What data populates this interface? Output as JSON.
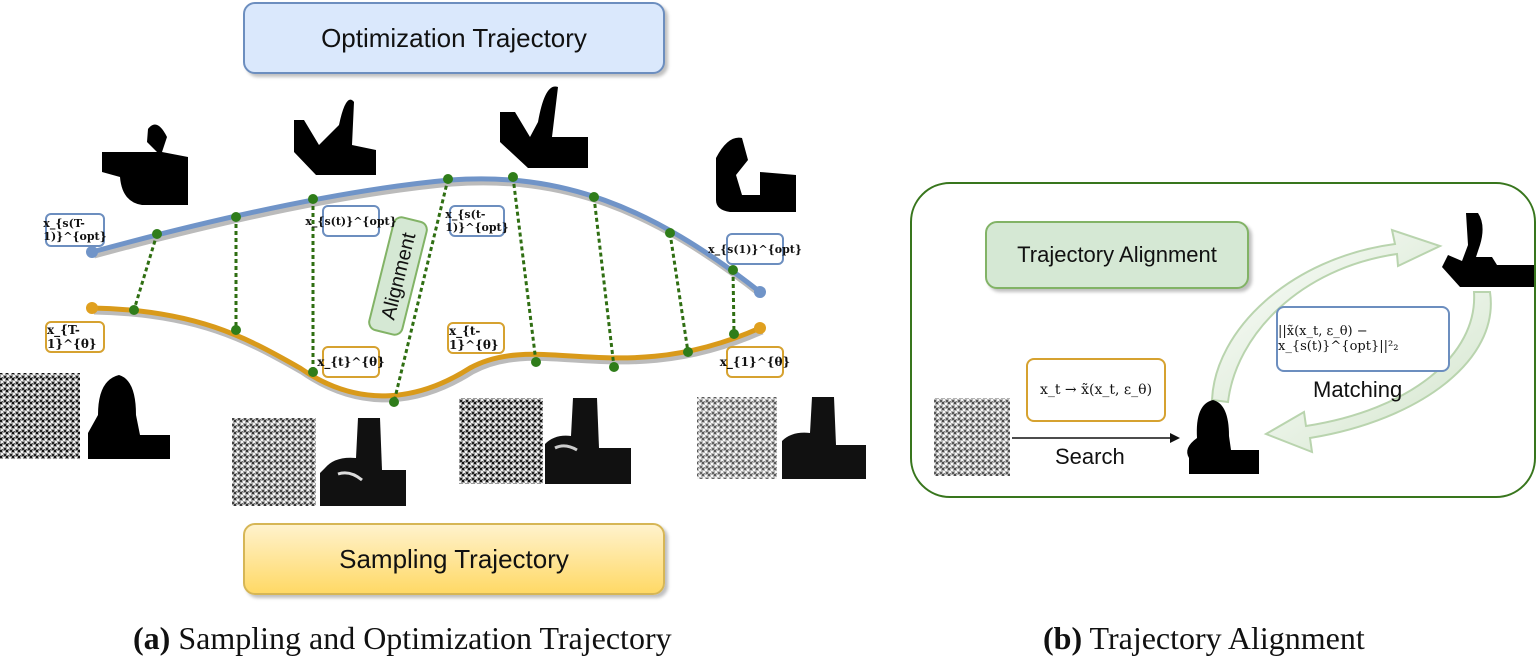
{
  "panel_a": {
    "top_title": "Optimization Trajectory",
    "bottom_title": "Sampling Trajectory",
    "alignment_label": "Alignment",
    "opt_labels": [
      "x_{s(T-1)}^{opt}",
      "x_{s(t)}^{opt}",
      "x_{s(t-1)}^{opt}",
      "x_{s(1)}^{opt}"
    ],
    "samp_labels": [
      "x_{T-1}^{θ}",
      "x_{t}^{θ}",
      "x_{t-1}^{θ}",
      "x_{1}^{θ}"
    ],
    "caption_tag": "(a)",
    "caption_text": " Sampling and Optimization Trajectory"
  },
  "panel_b": {
    "title": "Trajectory Alignment",
    "search_formula": "x_t → x̃(x_t, ε_θ)",
    "match_formula": "||x̃(x_t, ε_θ) − x_{s(t)}^{opt}||²₂",
    "search_label": "Search",
    "matching_label": "Matching",
    "caption_tag": "(b)",
    "caption_text": " Trajectory Alignment"
  },
  "colors": {
    "opt_curve": "#7094c8",
    "samp_curve": "#d99a1a",
    "link": "#2f6e12",
    "node": "#2f7d1a",
    "frame": "#38761d"
  }
}
